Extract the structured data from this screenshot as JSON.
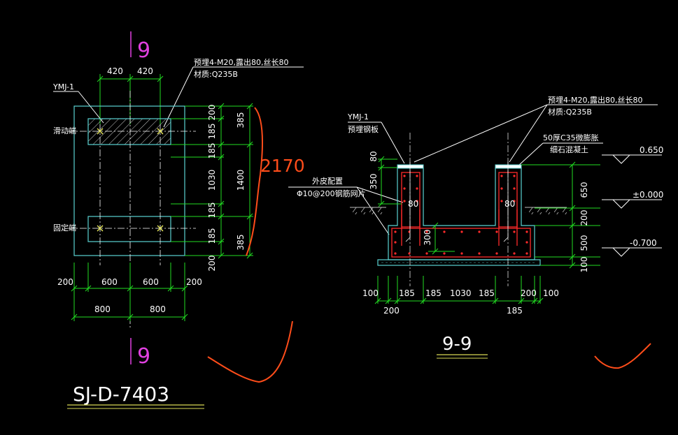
{
  "colors": {
    "background": "#000000",
    "outline": "#5ad1d1",
    "dimension": "#22dd22",
    "text": "#ffffff",
    "rebar": "#ff2a2a",
    "section_mark": "#e040e0",
    "annotation_red": "#ff4d1a",
    "title_underline": "#d9d955",
    "center_line": "#ffffff",
    "bolt": "#e8e85a",
    "ground": "#bbbbbb"
  },
  "plan": {
    "section_mark_top": "9",
    "section_mark_bottom": "9",
    "top_dims": [
      "420",
      "420"
    ],
    "bolt_note_line1": "预埋4-M20,露出80,丝长80",
    "bolt_note_line2": "材质:Q235B",
    "ymj_label": "YMJ-1",
    "slide_end_label": "滑动端",
    "fixed_end_label": "固定端",
    "right_dims_inner": [
      "200",
      "185",
      "185",
      "1030",
      "185",
      "185",
      "200"
    ],
    "right_dims_outer": [
      "385",
      "1400",
      "385"
    ],
    "handwritten_total": "2170",
    "bottom_dims_row1": [
      "200",
      "600",
      "600",
      "200"
    ],
    "bottom_dims_row2": [
      "800",
      "800"
    ]
  },
  "drawing_number": "SJ-D-7403",
  "section": {
    "bolt_note_line1": "预埋4-M20,露出80,丝长80",
    "bolt_note_line2": "材质:Q235B",
    "ymj_label": "YMJ-1",
    "embed_plate_label": "预埋钢板",
    "grout_label_line1": "50厚C35微膨胀",
    "grout_label_line2": "细石混凝土",
    "mesh_label_line1": "外皮配置",
    "mesh_label_line2": "Φ10@200钢筋网片",
    "elev_top": "0.650",
    "elev_zero": "±0.000",
    "elev_bottom": "-0.700",
    "left_dims": [
      "80",
      "350"
    ],
    "pier_depth_dims": [
      "80",
      "80"
    ],
    "slab_dim": "300",
    "right_dims": [
      "650",
      "200",
      "500",
      "100"
    ],
    "bottom_dims_row1": [
      "100",
      "185",
      "185",
      "1030",
      "185",
      "200",
      "100"
    ],
    "bottom_dims_row2": [
      "200",
      "185"
    ],
    "title": "9-9"
  }
}
